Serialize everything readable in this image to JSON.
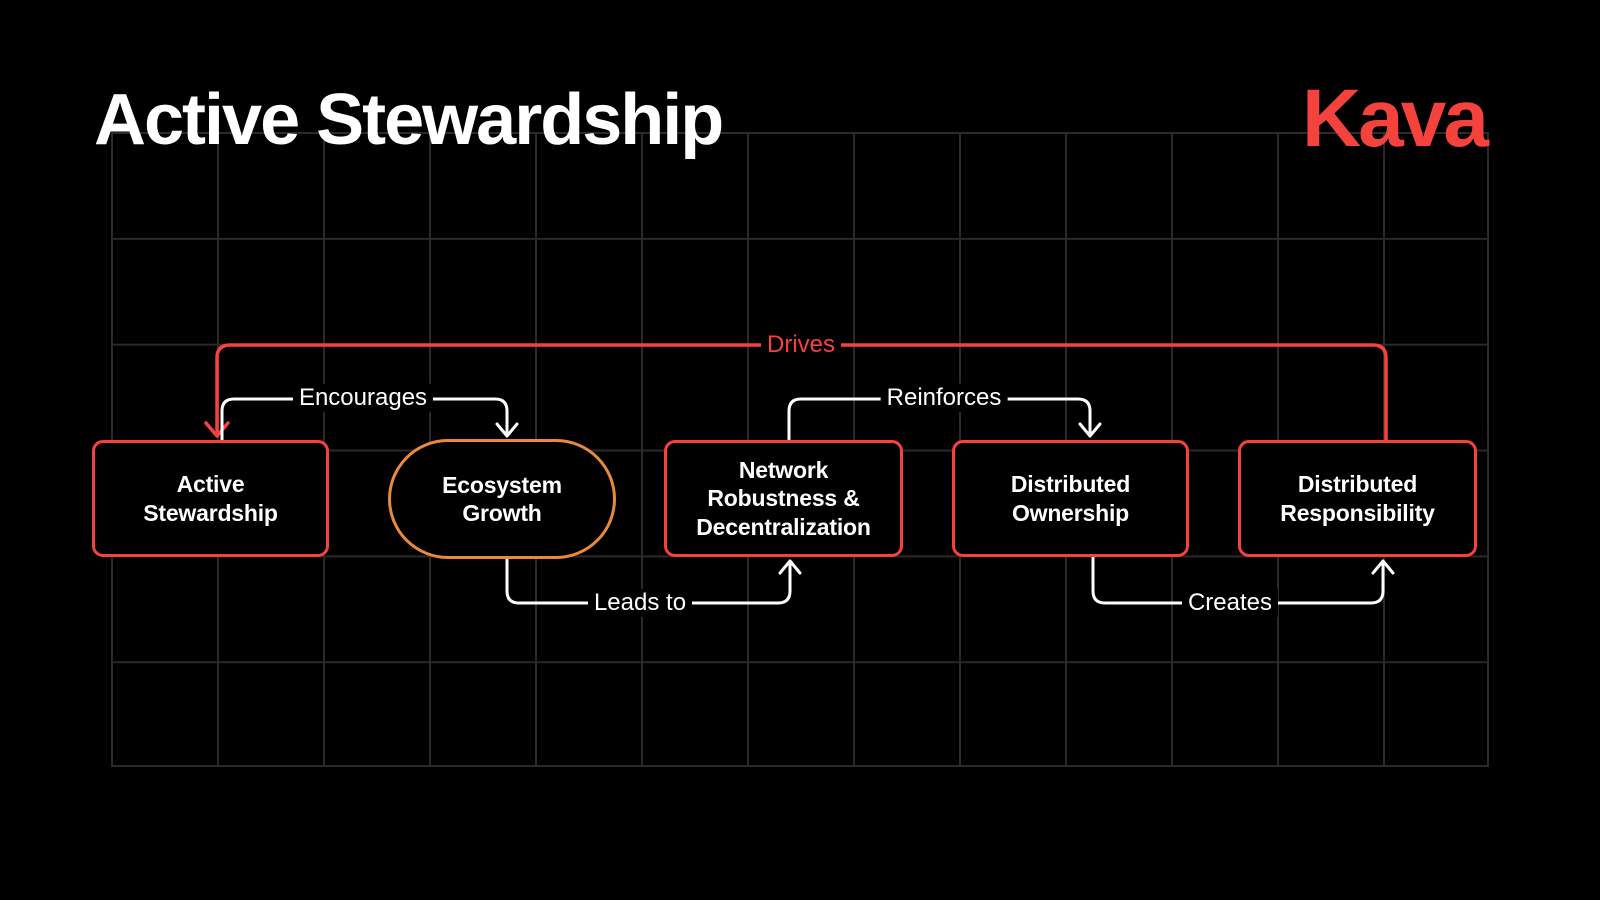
{
  "header": {
    "title": "Active Stewardship",
    "logo_text": "Kava"
  },
  "colors": {
    "background": "#000000",
    "grid_line": "#2a2a2a",
    "accent_red": "#f4423d",
    "accent_orange": "#e8893c",
    "text_white": "#ffffff"
  },
  "diagram": {
    "nodes": [
      {
        "id": "active-stewardship",
        "label": "Active\nStewardship",
        "shape": "rectangle",
        "border_color": "#f4423d"
      },
      {
        "id": "ecosystem-growth",
        "label": "Ecosystem\nGrowth",
        "shape": "pill",
        "border_color": "#e8893c"
      },
      {
        "id": "network-robustness",
        "label": "Network\nRobustness &\nDecentralization",
        "shape": "rectangle",
        "border_color": "#f4423d"
      },
      {
        "id": "distributed-ownership",
        "label": "Distributed\nOwnership",
        "shape": "rectangle",
        "border_color": "#f4423d"
      },
      {
        "id": "distributed-responsibility",
        "label": "Distributed\nResponsibility",
        "shape": "rectangle",
        "border_color": "#f4423d"
      }
    ],
    "edges": [
      {
        "id": "drives",
        "label": "Drives",
        "from": "distributed-responsibility",
        "to": "active-stewardship",
        "color": "#f4423d"
      },
      {
        "id": "encourages",
        "label": "Encourages",
        "from": "active-stewardship",
        "to": "ecosystem-growth",
        "color": "#ffffff"
      },
      {
        "id": "reinforces",
        "label": "Reinforces",
        "from": "network-robustness",
        "to": "distributed-ownership",
        "color": "#ffffff"
      },
      {
        "id": "leads-to",
        "label": "Leads to",
        "from": "ecosystem-growth",
        "to": "network-robustness",
        "color": "#ffffff"
      },
      {
        "id": "creates",
        "label": "Creates",
        "from": "distributed-ownership",
        "to": "distributed-responsibility",
        "color": "#ffffff"
      }
    ]
  }
}
